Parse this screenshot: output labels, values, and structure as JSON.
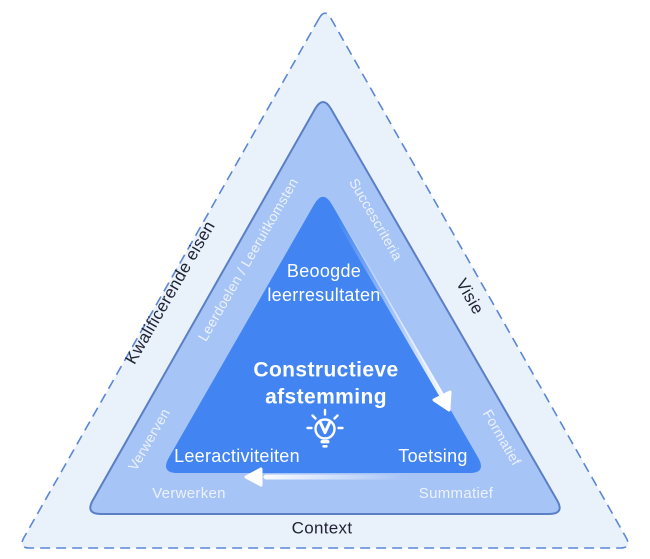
{
  "diagram": {
    "outer": {
      "left_label": "Kwalificerende eisen",
      "right_label": "Visie",
      "bottom_label": "Context"
    },
    "middle": {
      "left_label": "Leerdoelen / Leeruitkomsten",
      "right_label": "Succescriteria",
      "lower_left_label": "Verwerven",
      "lower_right_label": "Formatief",
      "bottom_left_label": "Verwerken",
      "bottom_right_label": "Summatief"
    },
    "inner": {
      "top_label_line1": "Beoogde",
      "top_label_line2": "leerresultaten",
      "center_line1": "Constructieve",
      "center_line2": "afstemming",
      "bottom_left_label": "Leeractiviteiten",
      "bottom_right_label": "Toetsing",
      "icon": "lightbulb-check-icon"
    },
    "colors": {
      "outer_fill": "#e9f1fb",
      "outer_border": "#5b87d3",
      "middle_fill": "#a7c4f6",
      "middle_border": "#5a7fc5",
      "inner_fill": "#4285f2",
      "dark_text": "#1f2333",
      "light_text": "#ffffff",
      "arrow": "#ffffff"
    }
  }
}
